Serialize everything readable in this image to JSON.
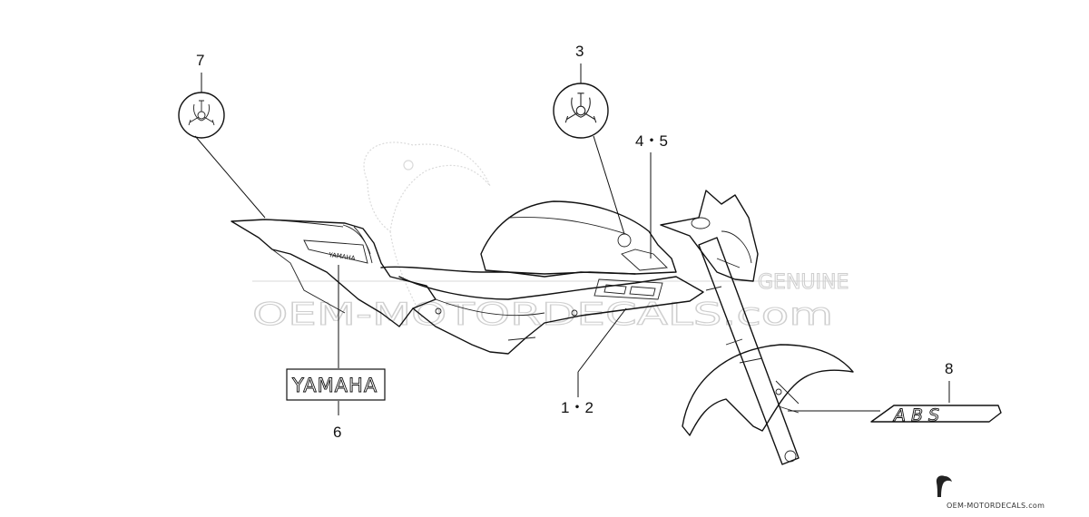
{
  "callouts": {
    "c1": "7",
    "c2": "3",
    "c3": "4・5",
    "c4": "1・2",
    "c5": "6",
    "c6": "8"
  },
  "decals": {
    "yamaha_label": "YAMAHA",
    "abs_label": "ABS"
  },
  "watermark": {
    "line1": "OEM-MOTORDECALS.com",
    "line2": "GENUINE"
  },
  "footer": {
    "site": "OEM-MOTORDECALS.com"
  },
  "colors": {
    "line": "#111111",
    "watermark": "#cfcfcf",
    "background": "#ffffff"
  },
  "icons": [
    "tuning-fork-emblem-icon",
    "toucan-logo-icon"
  ]
}
